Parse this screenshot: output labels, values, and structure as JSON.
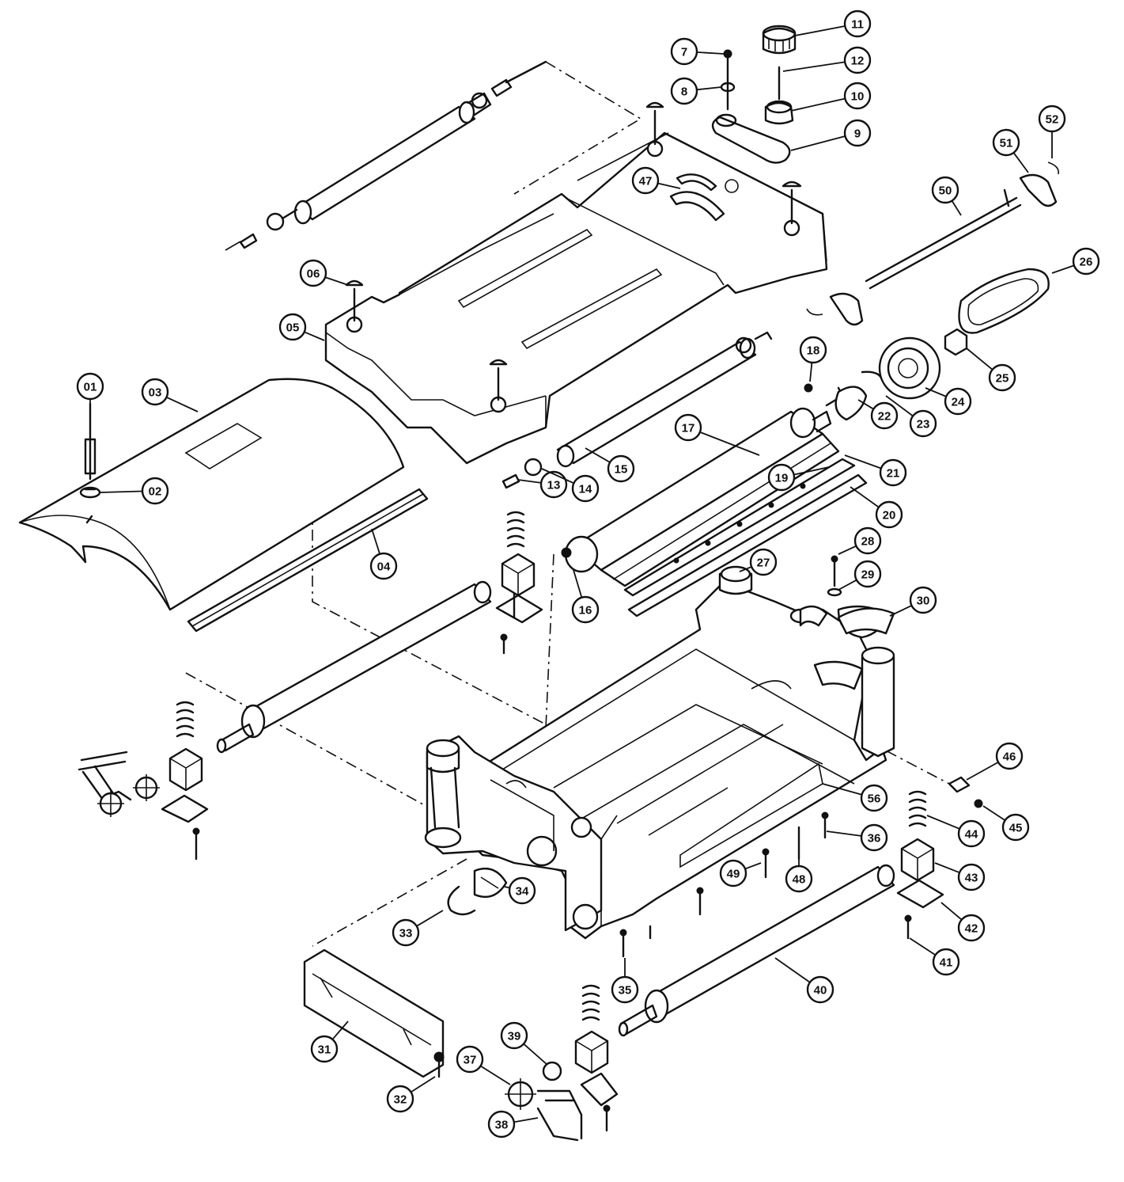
{
  "callouts": [
    {
      "id": "c01",
      "label": "01"
    },
    {
      "id": "c02",
      "label": "02"
    },
    {
      "id": "c03",
      "label": "03"
    },
    {
      "id": "c04",
      "label": "04"
    },
    {
      "id": "c05",
      "label": "05"
    },
    {
      "id": "c06",
      "label": "06"
    },
    {
      "id": "c07",
      "label": "7"
    },
    {
      "id": "c08",
      "label": "8"
    },
    {
      "id": "c09",
      "label": "9"
    },
    {
      "id": "c10",
      "label": "10"
    },
    {
      "id": "c11",
      "label": "11"
    },
    {
      "id": "c12",
      "label": "12"
    },
    {
      "id": "c13",
      "label": "13"
    },
    {
      "id": "c14",
      "label": "14"
    },
    {
      "id": "c15",
      "label": "15"
    },
    {
      "id": "c16",
      "label": "16"
    },
    {
      "id": "c17",
      "label": "17"
    },
    {
      "id": "c18",
      "label": "18"
    },
    {
      "id": "c19",
      "label": "19"
    },
    {
      "id": "c20",
      "label": "20"
    },
    {
      "id": "c21",
      "label": "21"
    },
    {
      "id": "c22",
      "label": "22"
    },
    {
      "id": "c23",
      "label": "23"
    },
    {
      "id": "c24",
      "label": "24"
    },
    {
      "id": "c25",
      "label": "25"
    },
    {
      "id": "c26",
      "label": "26"
    },
    {
      "id": "c27",
      "label": "27"
    },
    {
      "id": "c28",
      "label": "28"
    },
    {
      "id": "c29",
      "label": "29"
    },
    {
      "id": "c30",
      "label": "30"
    },
    {
      "id": "c31",
      "label": "31"
    },
    {
      "id": "c32",
      "label": "32"
    },
    {
      "id": "c33",
      "label": "33"
    },
    {
      "id": "c34",
      "label": "34"
    },
    {
      "id": "c35",
      "label": "35"
    },
    {
      "id": "c36",
      "label": "36"
    },
    {
      "id": "c37",
      "label": "37"
    },
    {
      "id": "c38",
      "label": "38"
    },
    {
      "id": "c39",
      "label": "39"
    },
    {
      "id": "c40",
      "label": "40"
    },
    {
      "id": "c41",
      "label": "41"
    },
    {
      "id": "c42",
      "label": "42"
    },
    {
      "id": "c43",
      "label": "43"
    },
    {
      "id": "c44",
      "label": "44"
    },
    {
      "id": "c45",
      "label": "45"
    },
    {
      "id": "c46",
      "label": "46"
    },
    {
      "id": "c47",
      "label": "47"
    },
    {
      "id": "c48",
      "label": "48"
    },
    {
      "id": "c49",
      "label": "49"
    },
    {
      "id": "c50",
      "label": "50"
    },
    {
      "id": "c51",
      "label": "51"
    },
    {
      "id": "c52",
      "label": "52"
    },
    {
      "id": "c56",
      "label": "56"
    }
  ]
}
